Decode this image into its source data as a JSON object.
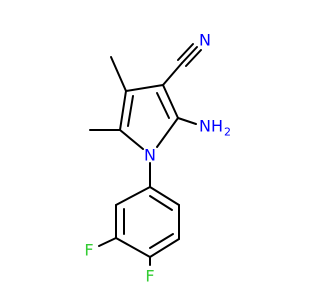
{
  "molecule": {
    "atoms": {
      "nitrile_n": {
        "symbol": "N",
        "color": "#0000ff"
      },
      "ring_n": {
        "symbol": "N",
        "color": "#0000ff"
      },
      "amine": {
        "symbol": "NH",
        "subscript": "2",
        "color": "#0000ff"
      },
      "fluorine_meta": {
        "symbol": "F",
        "color": "#33cc33"
      },
      "fluorine_para": {
        "symbol": "F",
        "color": "#33cc33"
      }
    },
    "colors": {
      "carbon_bond": "#000000",
      "nitrogen": "#0000ff",
      "fluorine": "#33cc33",
      "background": "#ffffff"
    }
  }
}
